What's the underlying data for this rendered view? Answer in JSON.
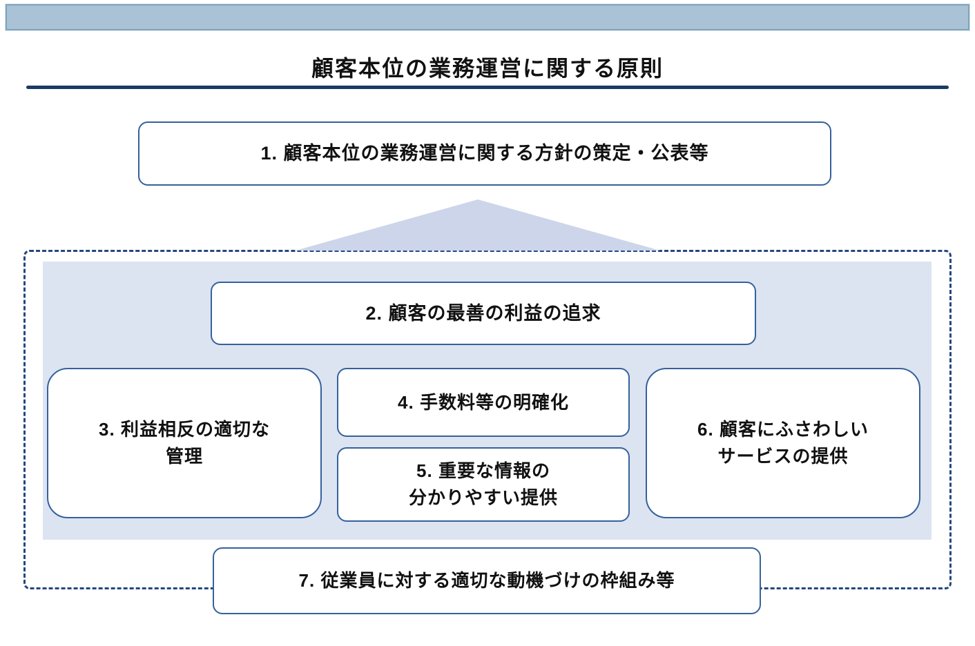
{
  "diagram": {
    "title": "顧客本位の業務運営に関する原則",
    "boxes": {
      "box1": {
        "lines": [
          "1. 顧客本位の業務運営に関する方針の策定・公表等"
        ]
      },
      "box2": {
        "lines": [
          "2. 顧客の最善の利益の追求"
        ]
      },
      "box3": {
        "lines": [
          "3. 利益相反の適切な",
          "管理"
        ]
      },
      "box4": {
        "lines": [
          "4. 手数料等の明確化"
        ]
      },
      "box5": {
        "lines": [
          "5. 重要な情報の",
          "分かりやすい提供"
        ]
      },
      "box6": {
        "lines": [
          "6. 顧客にふさわしい",
          "サービスの提供"
        ]
      },
      "box7": {
        "lines": [
          "7. 従業員に対する適切な動機づけの枠組み等"
        ]
      }
    },
    "colors": {
      "box_border": "#35619b",
      "dashed_border": "#24477e",
      "panel_fill": "#dce4f1",
      "triangle_fill": "#ccd5ea",
      "header_bar_fill": "#a9c2d6",
      "header_bar_border": "#7fa3bb",
      "title_rule": "#1c3a66",
      "text_color": "#111111"
    }
  }
}
